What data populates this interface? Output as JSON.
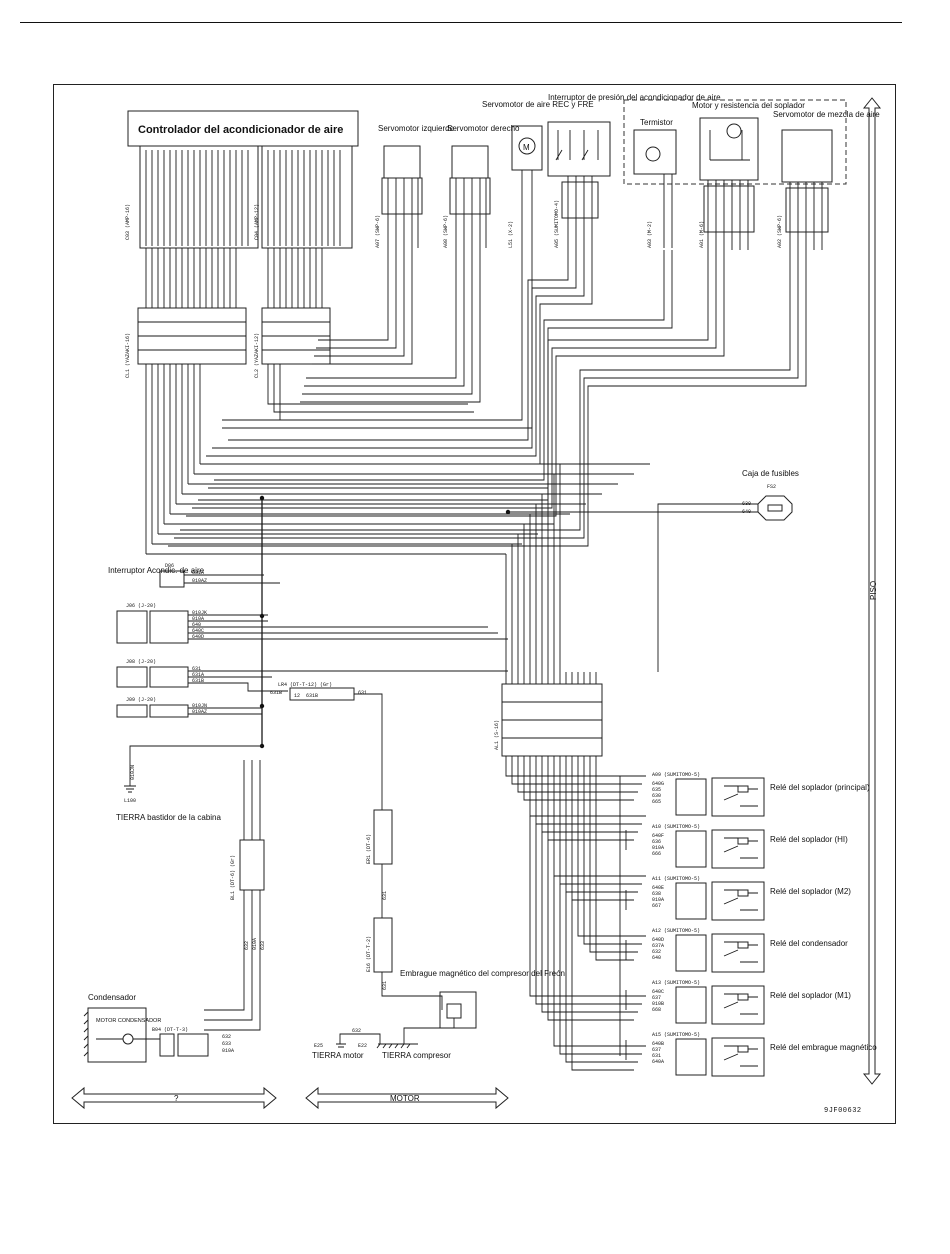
{
  "title": "Controlador del acondicionador de aire",
  "drawing_number": "9JF00632",
  "components": {
    "servo_left": "Servomotor izquierdo",
    "servo_right": "Servomotor derecho",
    "servo_rec": "Servomotor de aire REC y FRE",
    "pressure_switch": "Interruptor de presión del acondicionador de aire",
    "thermistor": "Termistor",
    "blower": "Motor y resistencia del soplador",
    "servo_mix": "Servomotor de mezcla de aire",
    "fuse_box": "Caja de fusibles",
    "ac_switch": "Interruptor Acondic. de aire",
    "ground_cab": "TIERRA bastidor de la cabina",
    "condenser": "Condensador",
    "condenser_motor": "MOTOR CONDENSADOR",
    "clutch": "Embrague magnético del compresor del Freón",
    "ground_motor": "TIERRA motor",
    "ground_comp": "TIERRA compresor",
    "piso": "PISO",
    "motor": "MOTOR"
  },
  "connectors": {
    "c03": "C03 (AMP-16)",
    "c04": "C04 (AMP-12)",
    "cl1": "CL1 (YAZAKI-16)",
    "cl2": "CL2 (YAZAKI-12)",
    "a07": "A07 (SWP-6)",
    "a08": "A08 (SWP-6)",
    "l51": "L51 (X-2)",
    "a05": "A05 (SUMITOMO-4)",
    "a03": "A03 (M-2)",
    "a01": "A01 (M-6)",
    "a02": "A02 (SWP-6)",
    "fs2": "FS2",
    "d06": "D06",
    "j06": "J06 (J-20)",
    "j08": "J08 (J-20)",
    "j09": "J09 (J-20)",
    "lr4": "LR4 (DT-T-12) (Gr)",
    "al1": "AL1 (S-16)",
    "bl1": "BL1 (DT-6) (Gr)",
    "b04": "B04 (DT-T-3)",
    "er1": "ER1 (DT-6)",
    "e16": "E16 (DT-T-2)",
    "l100": "L100",
    "e25": "E25",
    "e22": "E22"
  },
  "relays": [
    {
      "conn": "A09 (SUMITOMO-5)",
      "label": "Relé del soplador (principal)",
      "wires": [
        "640G",
        "635",
        "630",
        "665"
      ]
    },
    {
      "conn": "A10 (SUMITOMO-5)",
      "label": "Relé del soplador (HI)",
      "wires": [
        "640F",
        "636",
        "010A",
        "666"
      ]
    },
    {
      "conn": "A11 (SUMITOMO-5)",
      "label": "Relé del soplador (M2)",
      "wires": [
        "640E",
        "638",
        "010A",
        "667"
      ]
    },
    {
      "conn": "A12 (SUMITOMO-5)",
      "label": "Relé del condensador",
      "wires": [
        "640D",
        "637A",
        "632",
        "640"
      ]
    },
    {
      "conn": "A13 (SUMITOMO-5)",
      "label": "Relé del soplador (M1)",
      "wires": [
        "640C",
        "637",
        "010B",
        "668"
      ]
    },
    {
      "conn": "A15 (SUMITOMO-5)",
      "label": "Relé del embrague magnético",
      "wires": [
        "640B",
        "637",
        "631",
        "640A"
      ]
    }
  ],
  "wire_labels": {
    "fs2_a": "630",
    "fs2_b": "640",
    "d06_a": "631A",
    "d06_b": "010AZ",
    "j06": [
      "010JK",
      "010A",
      "640",
      "640C",
      "640D"
    ],
    "j08": [
      "631",
      "631A",
      "631B"
    ],
    "j09": [
      "010JN",
      "010AZ"
    ],
    "lr4_left": "631B",
    "lr4_pin": "12",
    "lr4_code": "631B",
    "lr4_right": "631",
    "bl1": [
      "632",
      "010A",
      "633"
    ],
    "b04": [
      "632",
      "633",
      "010A"
    ],
    "er1": "631",
    "e16": "631",
    "gnd_e25": "632",
    "l100_wire": "010JN"
  },
  "icons": {
    "fuse": "fuse-icon",
    "motor": "motor-icon",
    "relay": "relay-icon",
    "ground": "ground-icon"
  }
}
